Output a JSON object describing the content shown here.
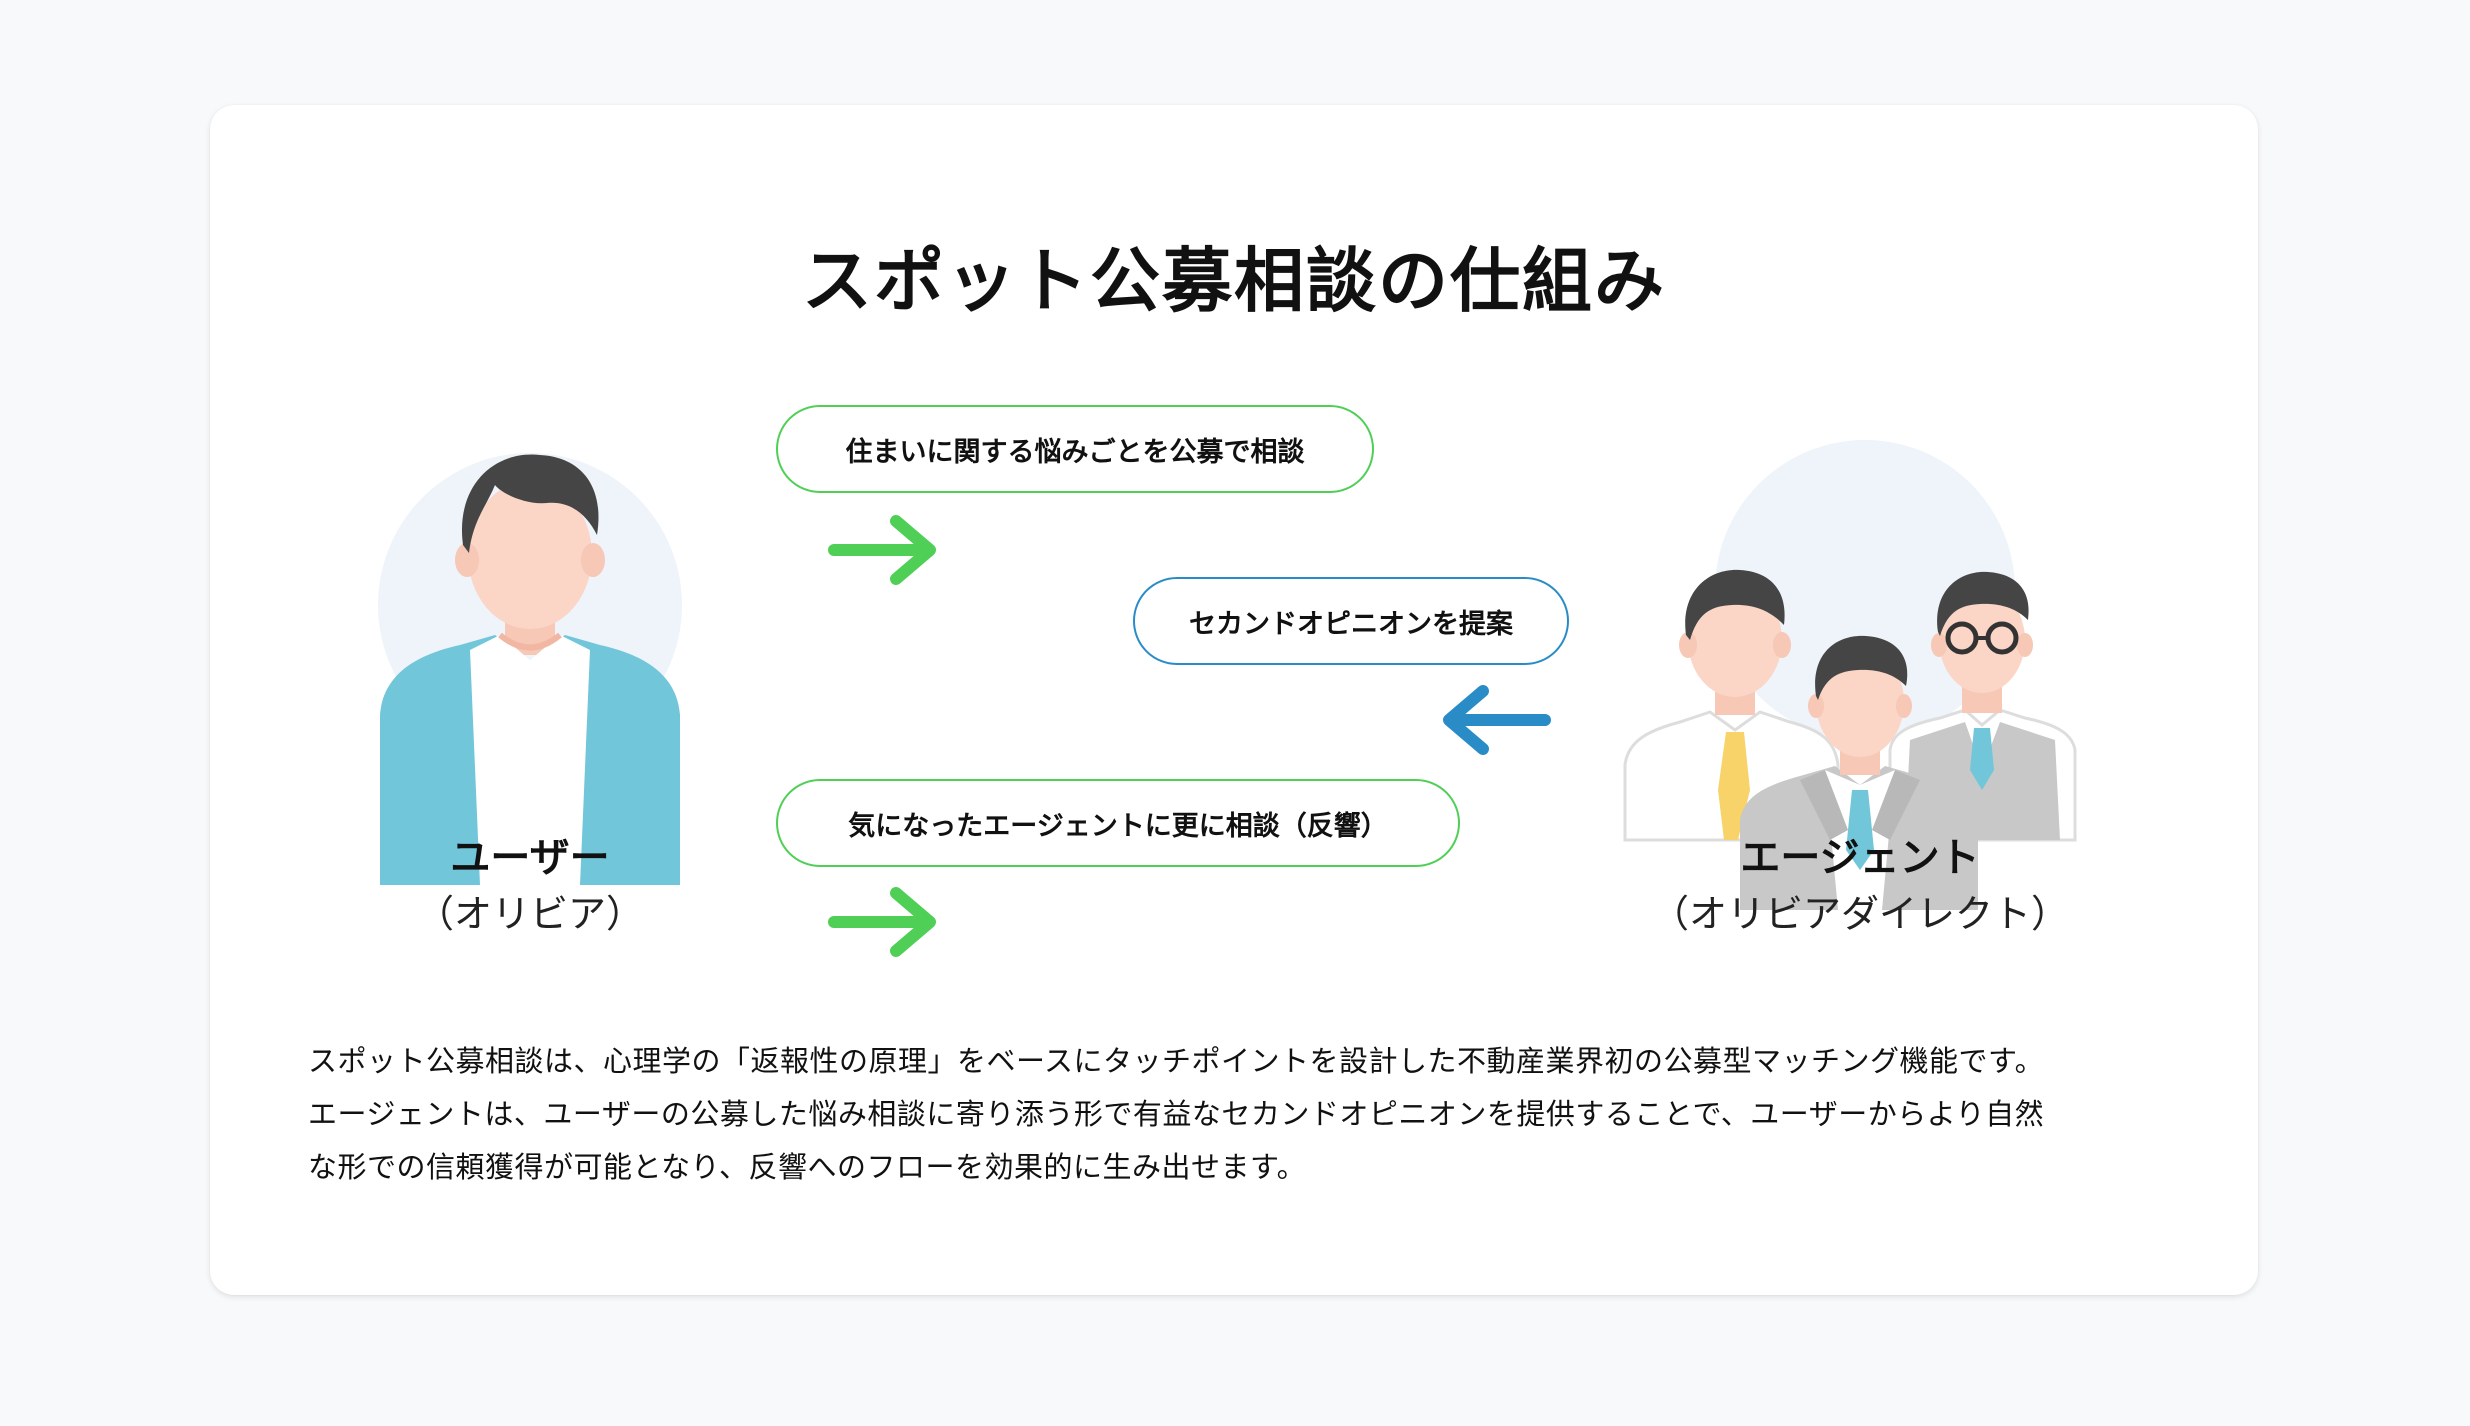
{
  "title": "スポット公募相談の仕組み",
  "user": {
    "name": "ユーザー",
    "sub": "（オリビア）"
  },
  "agent": {
    "name": "エージェント",
    "sub": "（オリビアダイレクト）"
  },
  "flow": [
    {
      "label": "住まいに関する悩みごとを公募で相談",
      "direction": "right",
      "color": "#4fcf55"
    },
    {
      "label": "セカンドオピニオンを提案",
      "direction": "left",
      "color": "#2a8cc7"
    },
    {
      "label": "気になったエージェントに更に相談（反響）",
      "direction": "right",
      "color": "#4fcf55"
    }
  ],
  "description": [
    "スポット公募相談は、心理学の「返報性の原理」をベースにタッチポイントを設計した不動産業界初の公募型マッチング機能です。",
    "エージェントは、ユーザーの公募した悩み相談に寄り添う形で有益なセカンドオピニオンを提供することで、ユーザーからより自然",
    "な形での信頼獲得が可能となり、反響へのフローを効果的に生み出せます。"
  ],
  "colors": {
    "accent_green": "#4fcf55",
    "accent_blue": "#2a8cc7",
    "user_jacket": "#72c6d9",
    "avatar_bg": "#eef4fa"
  },
  "icons": [
    "user-avatar-icon",
    "agents-group-icon",
    "arrow-right-icon",
    "arrow-left-icon"
  ]
}
